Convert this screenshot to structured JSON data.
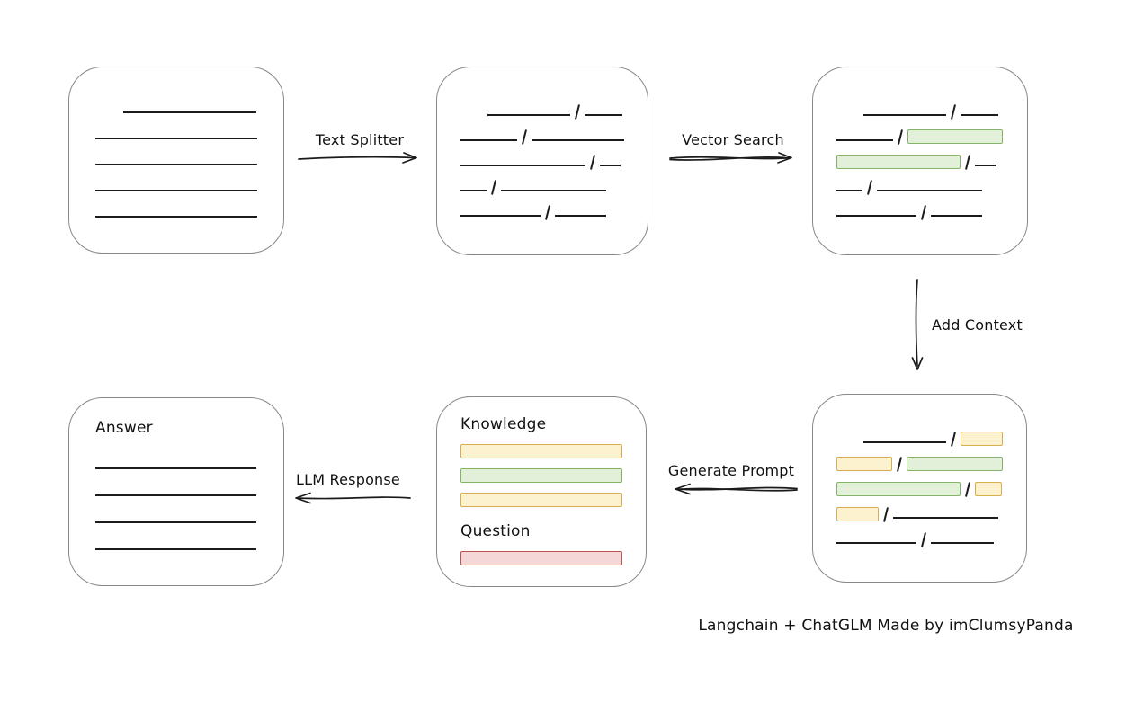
{
  "colors": {
    "line": "#1b1b1b",
    "box_border": "#888888",
    "green_fill": "#e2efd9",
    "green_border": "#84b566",
    "yellow_fill": "#fcf2d0",
    "yellow_border": "#d9ad4e",
    "red_fill": "#f6d7d7",
    "red_border": "#bd5351"
  },
  "arrows": {
    "text_splitter": {
      "label": "Text Splitter"
    },
    "vector_search": {
      "label": "Vector Search"
    },
    "add_context": {
      "label": "Add Context"
    },
    "generate_prompt": {
      "label": "Generate Prompt"
    },
    "llm_response": {
      "label": "LLM Response"
    }
  },
  "boxes": {
    "document": {
      "rows": [
        {
          "indent": 31,
          "segments": [
            {
              "type": "line",
              "w": 148
            }
          ]
        },
        {
          "segments": [
            {
              "type": "line",
              "w": 180
            }
          ]
        },
        {
          "segments": [
            {
              "type": "line",
              "w": 180
            }
          ]
        },
        {
          "segments": [
            {
              "type": "line",
              "w": 180
            }
          ]
        },
        {
          "segments": [
            {
              "type": "line",
              "w": 180
            }
          ]
        }
      ]
    },
    "split_chunks": {
      "rows": [
        {
          "indent": 30,
          "segments": [
            {
              "type": "line",
              "w": 92
            },
            {
              "type": "slash"
            },
            {
              "type": "line",
              "w": 42
            }
          ]
        },
        {
          "segments": [
            {
              "type": "line",
              "w": 63
            },
            {
              "type": "slash"
            },
            {
              "type": "line",
              "w": 103
            }
          ]
        },
        {
          "segments": [
            {
              "type": "line",
              "w": 139
            },
            {
              "type": "slash"
            },
            {
              "type": "line",
              "w": 23
            }
          ]
        },
        {
          "segments": [
            {
              "type": "line",
              "w": 29
            },
            {
              "type": "slash"
            },
            {
              "type": "line",
              "w": 117
            }
          ]
        },
        {
          "segments": [
            {
              "type": "line",
              "w": 89
            },
            {
              "type": "slash"
            },
            {
              "type": "line",
              "w": 57
            }
          ]
        }
      ]
    },
    "matched_chunks": {
      "rows": [
        {
          "indent": 30,
          "segments": [
            {
              "type": "line",
              "w": 92
            },
            {
              "type": "slash"
            },
            {
              "type": "line",
              "w": 42
            }
          ]
        },
        {
          "segments": [
            {
              "type": "line",
              "w": 63
            },
            {
              "type": "slash"
            },
            {
              "type": "green",
              "w": 106
            }
          ]
        },
        {
          "segments": [
            {
              "type": "green",
              "w": 138
            },
            {
              "type": "slash"
            },
            {
              "type": "line",
              "w": 23
            }
          ]
        },
        {
          "segments": [
            {
              "type": "line",
              "w": 29
            },
            {
              "type": "slash"
            },
            {
              "type": "line",
              "w": 117
            }
          ]
        },
        {
          "segments": [
            {
              "type": "line",
              "w": 89
            },
            {
              "type": "slash"
            },
            {
              "type": "line",
              "w": 57
            }
          ]
        }
      ]
    },
    "context_chunks": {
      "rows": [
        {
          "indent": 30,
          "segments": [
            {
              "type": "line",
              "w": 92
            },
            {
              "type": "slash"
            },
            {
              "type": "yellow",
              "w": 47
            }
          ]
        },
        {
          "segments": [
            {
              "type": "yellow",
              "w": 62
            },
            {
              "type": "slash"
            },
            {
              "type": "green",
              "w": 107
            }
          ]
        },
        {
          "segments": [
            {
              "type": "green",
              "w": 138
            },
            {
              "type": "slash"
            },
            {
              "type": "yellow",
              "w": 30
            }
          ]
        },
        {
          "segments": [
            {
              "type": "yellow",
              "w": 47
            },
            {
              "type": "slash"
            },
            {
              "type": "line",
              "w": 117
            }
          ]
        },
        {
          "segments": [
            {
              "type": "line",
              "w": 89
            },
            {
              "type": "slash"
            },
            {
              "type": "line",
              "w": 70
            }
          ]
        }
      ]
    },
    "prompt": {
      "knowledge_label": "Knowledge",
      "question_label": "Question",
      "knowledge_rows": [
        {
          "segments": [
            {
              "type": "yellow",
              "w": 183
            }
          ]
        },
        {
          "segments": [
            {
              "type": "green",
              "w": 183
            }
          ]
        },
        {
          "segments": [
            {
              "type": "yellow",
              "w": 183
            }
          ]
        }
      ],
      "question_rows": [
        {
          "segments": [
            {
              "type": "red",
              "w": 183
            }
          ]
        }
      ]
    },
    "answer": {
      "label": "Answer",
      "rows": [
        {
          "segments": [
            {
              "type": "line",
              "w": 180
            }
          ]
        },
        {
          "segments": [
            {
              "type": "line",
              "w": 180
            }
          ]
        },
        {
          "segments": [
            {
              "type": "line",
              "w": 180
            }
          ]
        },
        {
          "segments": [
            {
              "type": "line",
              "w": 180
            }
          ]
        }
      ]
    }
  },
  "footer": {
    "credit": "Langchain + ChatGLM Made by imClumsyPanda"
  }
}
